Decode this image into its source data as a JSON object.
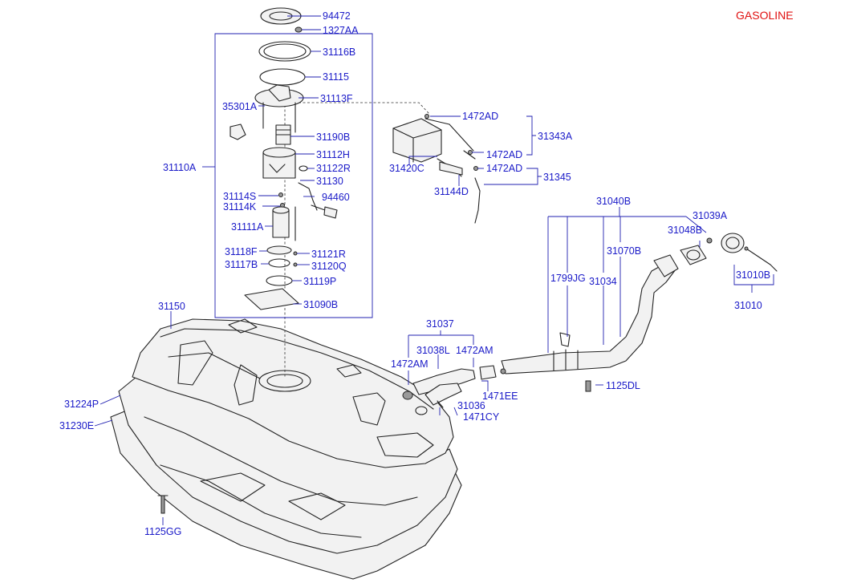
{
  "variant": "GASOLINE",
  "labels": [
    "94472",
    "1327AA",
    "31116B",
    "31115",
    "31113F",
    "35301A",
    "31190B",
    "31112H",
    "31122R",
    "31130",
    "31110A",
    "31114S",
    "31114K",
    "94460",
    "31111A",
    "31118F",
    "31121R",
    "31117B",
    "31120Q",
    "31119P",
    "31090B",
    "1472AD",
    "31343A",
    "1472AD",
    "31420C",
    "1472AD",
    "31345",
    "31144D",
    "31040B",
    "31039A",
    "31048B",
    "31070B",
    "1799JG",
    "31034",
    "31010B",
    "31010",
    "31150",
    "31037",
    "31038L",
    "1472AM",
    "1472AM",
    "1125DL",
    "31224P",
    "1471EE",
    "31036",
    "1471CY",
    "31230E",
    "1125GG"
  ]
}
